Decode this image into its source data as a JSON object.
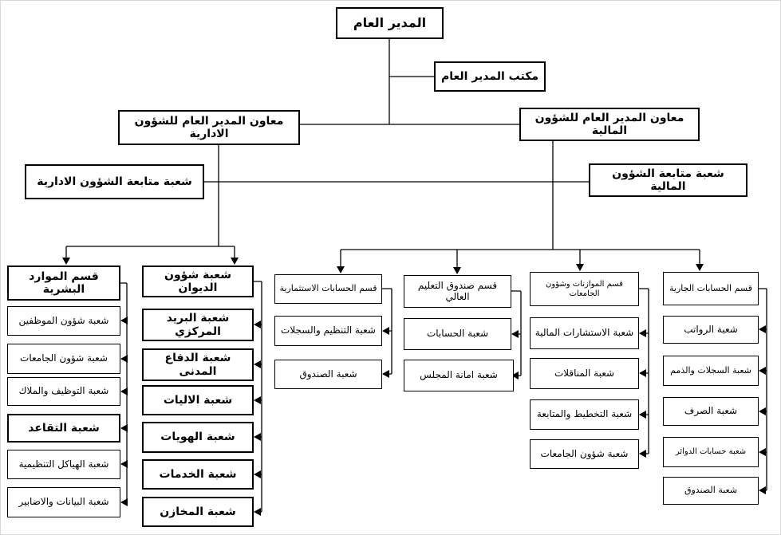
{
  "org_chart": {
    "root": {
      "label": "المدير العام"
    },
    "office": {
      "label": "مكتب المدير العام"
    },
    "deputies": {
      "admin": {
        "label": "معاون المدير العام للشؤون الادارية"
      },
      "finance": {
        "label": "معاون المدير العام للشؤون المالية"
      }
    },
    "followups": {
      "admin": {
        "label": "شعبة متابعة الشؤون الادارية"
      },
      "finance": {
        "label": "شعبة متابعة الشؤون المالية"
      }
    },
    "columns": [
      {
        "header": "قسم الموارد البشرية",
        "items": [
          "شعبة شؤون الموظفين",
          "شعبة شؤون الجامعات",
          "شعبة التوظيف والملاك",
          "شعبة التقاعد",
          "شعبة الهياكل التنظيمية",
          "شعبة البيانات والاضابير"
        ]
      },
      {
        "header": "شعبة شؤون الديوان",
        "items": [
          "شعبة البريد المركزي",
          "شعبة الدفاع المدنى",
          "شعبة الاليات",
          "شعبة الهويات",
          "شعبة الخدمات",
          "شعبة المخازن"
        ]
      },
      {
        "header": "قسم الحسابات الاستثمارية",
        "items": [
          "شعبة التنظيم والسجلات",
          "شعبة الصندوق"
        ]
      },
      {
        "header": "قسم صندوق التعليم العالي",
        "items": [
          "شعبة الحسابات",
          "شعبة امانة المجلس"
        ]
      },
      {
        "header": "قسم الموازنات وشؤون الجامعات",
        "items": [
          "شعبة الاستشارات المالية",
          "شعبة المناقلات",
          "شعبة التخطيط والمتابعة",
          "شعبة شؤون الجامعات"
        ]
      },
      {
        "header": "قسم الحسابات الجارية",
        "items": [
          "شعبة الرواتب",
          "شعبة السجلات والذمم",
          "شعبة الصرف",
          "شعبة حسابات الدوائر",
          "شعبة الصندوق"
        ]
      }
    ],
    "colors": {
      "line": "#000000",
      "box_border": "#000000",
      "box_background": "#ffffff",
      "page_background": "#ffffff"
    }
  }
}
